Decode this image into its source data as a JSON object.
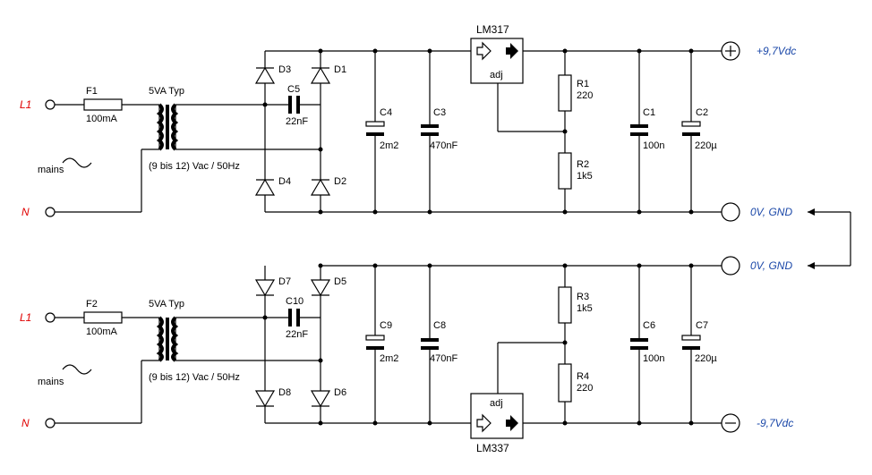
{
  "upper": {
    "line_label": "L1",
    "neutral_label": "N",
    "fuse_ref": "F1",
    "fuse_val": "100mA",
    "transformer_ref": "5VA Typ",
    "transformer_sec": "(9 bis 12) Vac / 50Hz",
    "mains_label": "mains",
    "d_top_left": "D3",
    "d_top_right": "D1",
    "d_bot_left": "D4",
    "d_bot_right": "D2",
    "cap_bridge_ref": "C5",
    "cap_bridge_val": "22nF",
    "c_bulk_ref": "C4",
    "c_bulk_val": "2m2",
    "c_in_ref": "C3",
    "c_in_val": "470nF",
    "reg_name": "LM317",
    "reg_adj": "adj",
    "r_top_ref": "R1",
    "r_top_val": "220",
    "r_bot_ref": "R2",
    "r_bot_val": "1k5",
    "c_out1_ref": "C1",
    "c_out1_val": "100n",
    "c_out2_ref": "C2",
    "c_out2_val": "220µ",
    "out_label": "+9,7Vdc",
    "gnd_label": "0V, GND"
  },
  "lower": {
    "line_label": "L1",
    "neutral_label": "N",
    "fuse_ref": "F2",
    "fuse_val": "100mA",
    "transformer_ref": "5VA Typ",
    "transformer_sec": "(9 bis 12) Vac / 50Hz",
    "mains_label": "mains",
    "d_top_left": "D7",
    "d_top_right": "D5",
    "d_bot_left": "D8",
    "d_bot_right": "D6",
    "cap_bridge_ref": "C10",
    "cap_bridge_val": "22nF",
    "c_bulk_ref": "C9",
    "c_bulk_val": "2m2",
    "c_in_ref": "C8",
    "c_in_val": "470nF",
    "reg_name": "LM337",
    "reg_adj": "adj",
    "r_top_ref": "R3",
    "r_top_val": "1k5",
    "r_bot_ref": "R4",
    "r_bot_val": "220",
    "c_out1_ref": "C6",
    "c_out1_val": "100n",
    "c_out2_ref": "C7",
    "c_out2_val": "220µ",
    "out_label": "-9,7Vdc",
    "gnd_label": "0V, GND"
  },
  "icons": [
    "plus-terminal-icon",
    "minus-terminal-icon",
    "ground-terminal-icon",
    "ac-sine-icon",
    "arrow-outline-icon",
    "arrow-solid-icon"
  ]
}
